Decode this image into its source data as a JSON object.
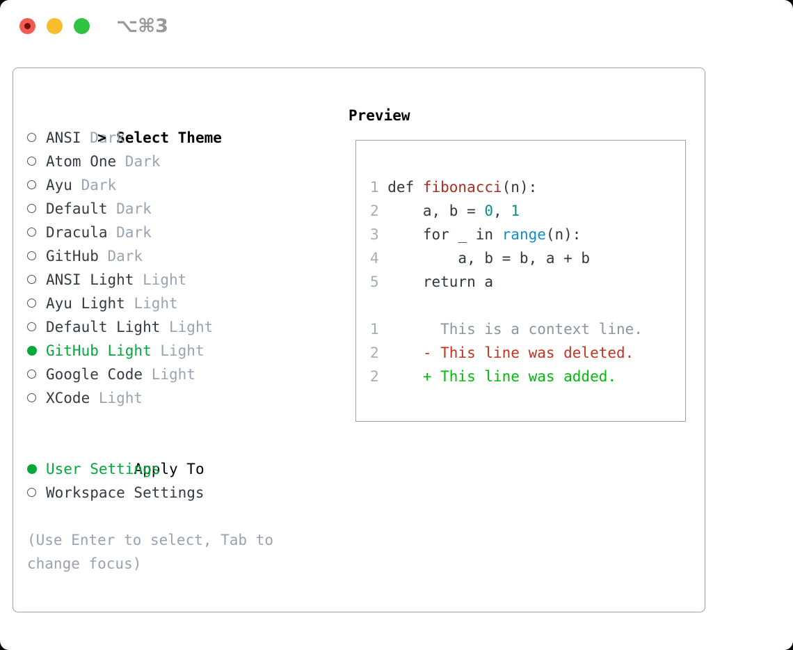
{
  "window": {
    "shortcut_label": "⌥⌘3"
  },
  "colors": {
    "selected_green": "#00a93a",
    "added_green": "#00bb0c",
    "deleted_red": "#c5321f",
    "function_red": "#ac2e1f",
    "number_teal": "#0b8d84",
    "builtin_blue": "#0e8fc7",
    "panel_border": "#9aa3ad",
    "dim_text": "#9aa4af"
  },
  "left_panel": {
    "prompt": ">",
    "title": "Select Theme",
    "themes": [
      {
        "name": "ANSI",
        "variant": "Dark",
        "selected": false
      },
      {
        "name": "Atom One",
        "variant": "Dark",
        "selected": false
      },
      {
        "name": "Ayu",
        "variant": "Dark",
        "selected": false
      },
      {
        "name": "Default",
        "variant": "Dark",
        "selected": false
      },
      {
        "name": "Dracula",
        "variant": "Dark",
        "selected": false
      },
      {
        "name": "GitHub",
        "variant": "Dark",
        "selected": false
      },
      {
        "name": "ANSI Light",
        "variant": "Light",
        "selected": false
      },
      {
        "name": "Ayu Light",
        "variant": "Light",
        "selected": false
      },
      {
        "name": "Default Light",
        "variant": "Light",
        "selected": false
      },
      {
        "name": "GitHub Light",
        "variant": "Light",
        "selected": true
      },
      {
        "name": "Google Code",
        "variant": "Light",
        "selected": false
      },
      {
        "name": "XCode",
        "variant": "Light",
        "selected": false
      }
    ],
    "apply_to": {
      "title": "Apply To",
      "options": [
        {
          "label": "User Settings",
          "selected": true
        },
        {
          "label": "Workspace Settings",
          "selected": false
        }
      ]
    },
    "hint": "(Use Enter to select, Tab to change focus)"
  },
  "preview": {
    "title": "Preview",
    "lines": [
      {
        "num": "1",
        "tokens": [
          [
            "code",
            "def "
          ],
          [
            "func",
            "fibonacci"
          ],
          [
            "code",
            "(n):"
          ]
        ]
      },
      {
        "num": "2",
        "tokens": [
          [
            "code",
            "    a, b = "
          ],
          [
            "number",
            "0"
          ],
          [
            "code",
            ", "
          ],
          [
            "number",
            "1"
          ]
        ]
      },
      {
        "num": "3",
        "tokens": [
          [
            "code",
            "    for _ in "
          ],
          [
            "builtin",
            "range"
          ],
          [
            "code",
            "(n):"
          ]
        ]
      },
      {
        "num": "4",
        "tokens": [
          [
            "code",
            "        a, b = b, a + b"
          ]
        ]
      },
      {
        "num": "5",
        "tokens": [
          [
            "code",
            "    return a"
          ]
        ]
      },
      {
        "num": "",
        "tokens": []
      },
      {
        "num": "1",
        "tokens": [
          [
            "context",
            "      This is a context line."
          ]
        ]
      },
      {
        "num": "2",
        "tokens": [
          [
            "deleted",
            "    - This line was deleted."
          ]
        ]
      },
      {
        "num": "2",
        "tokens": [
          [
            "added",
            "    + This line was added."
          ]
        ]
      }
    ]
  }
}
